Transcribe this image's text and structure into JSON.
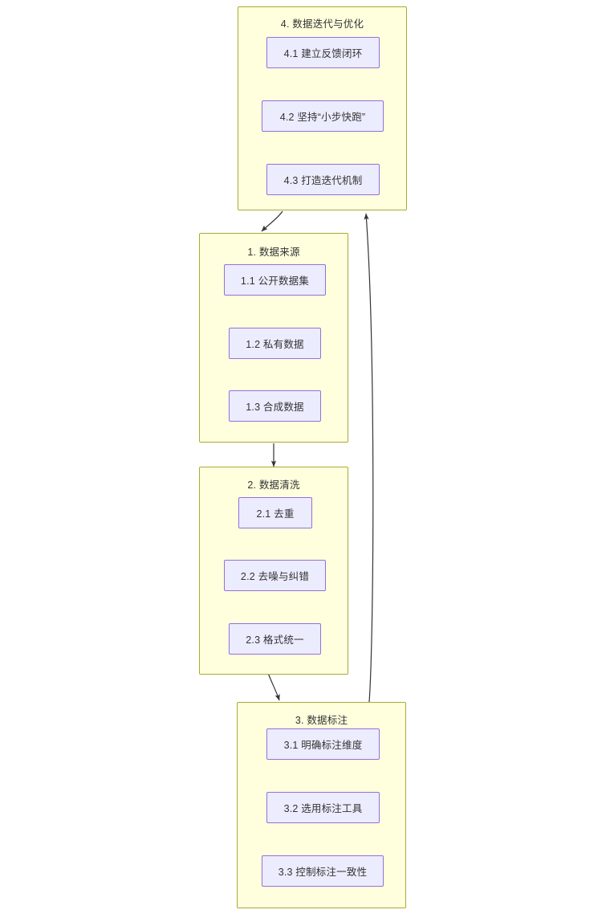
{
  "diagram": {
    "type": "flowchart",
    "direction": "top-to-bottom-cycle",
    "theme": {
      "cluster_fill": "#ffffde",
      "cluster_stroke": "#aaaa33",
      "node_fill": "#ececff",
      "node_stroke": "#9370db",
      "edge_stroke": "#333333",
      "text_color": "#333333",
      "background": "#ffffff"
    },
    "clusters": [
      {
        "id": "cluster4",
        "title": "4. 数据迭代与优化",
        "nodes": [
          {
            "id": "n41",
            "label": "4.1 建立反馈闭环"
          },
          {
            "id": "n42",
            "label": "4.2 坚持“小步快跑”"
          },
          {
            "id": "n43",
            "label": "4.3 打造迭代机制"
          }
        ]
      },
      {
        "id": "cluster1",
        "title": "1. 数据来源",
        "nodes": [
          {
            "id": "n11",
            "label": "1.1 公开数据集"
          },
          {
            "id": "n12",
            "label": "1.2 私有数据"
          },
          {
            "id": "n13",
            "label": "1.3 合成数据"
          }
        ]
      },
      {
        "id": "cluster2",
        "title": "2. 数据清洗",
        "nodes": [
          {
            "id": "n21",
            "label": "2.1 去重"
          },
          {
            "id": "n22",
            "label": "2.2 去噪与纠错"
          },
          {
            "id": "n23",
            "label": "2.3 格式统一"
          }
        ]
      },
      {
        "id": "cluster3",
        "title": "3. 数据标注",
        "nodes": [
          {
            "id": "n31",
            "label": "3.1 明确标注维度"
          },
          {
            "id": "n32",
            "label": "3.2 选用标注工具"
          },
          {
            "id": "n33",
            "label": "3.3 控制标注一致性"
          }
        ]
      }
    ],
    "edges": [
      {
        "id": "e4to1",
        "from": "cluster4",
        "to": "cluster1",
        "label": ""
      },
      {
        "id": "e1to2",
        "from": "cluster1",
        "to": "cluster2",
        "label": ""
      },
      {
        "id": "e2to3",
        "from": "cluster2",
        "to": "cluster3",
        "label": ""
      },
      {
        "id": "e3to4",
        "from": "cluster3",
        "to": "cluster4",
        "label": ""
      }
    ]
  }
}
